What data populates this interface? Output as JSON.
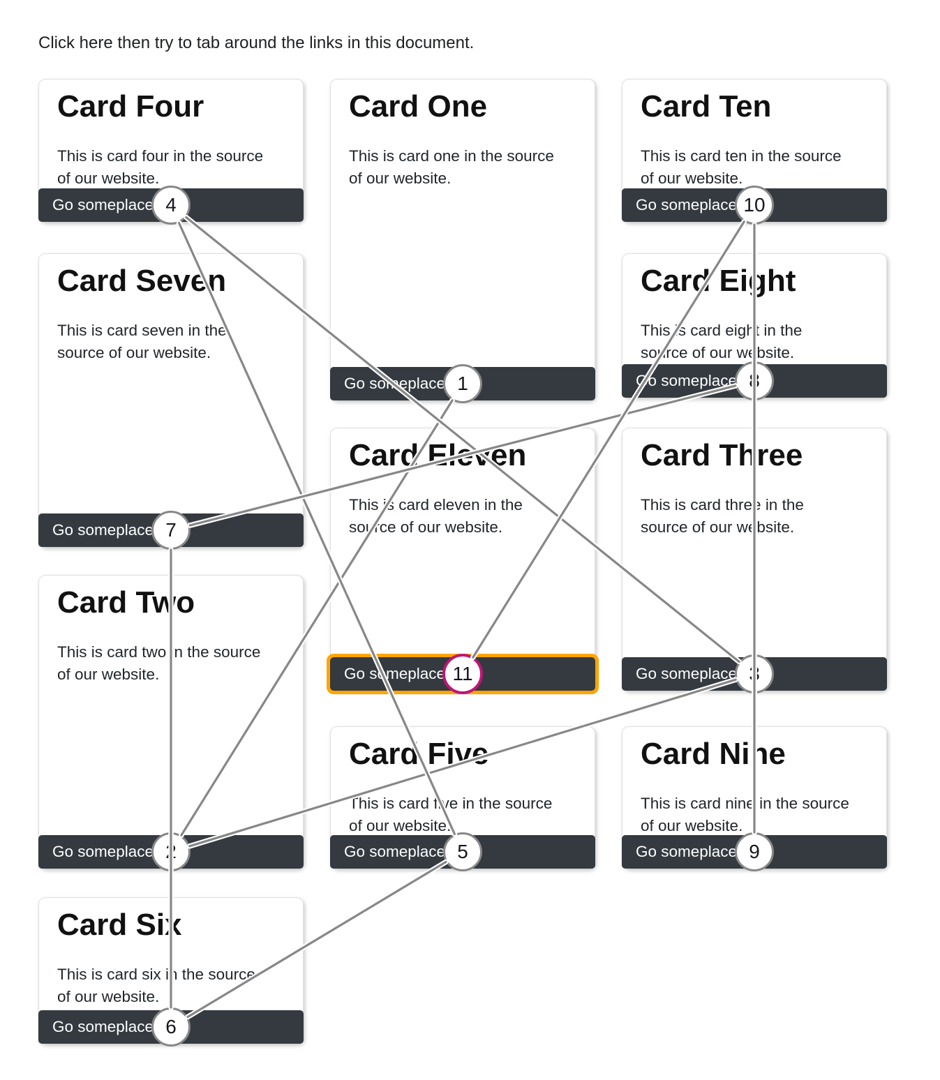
{
  "page": {
    "instruction": "Click here then try to tab around the links in this document."
  },
  "cards": [
    {
      "key": "four",
      "title": "Card Four",
      "body": "This is card four in the source of our website.",
      "button_label": "Go someplace",
      "tab_order": 4,
      "focused": false
    },
    {
      "key": "one",
      "title": "Card One",
      "body": "This is card one in the source of our website.",
      "button_label": "Go someplace",
      "tab_order": 1,
      "focused": false
    },
    {
      "key": "ten",
      "title": "Card Ten",
      "body": "This is card ten in the source of our website.",
      "button_label": "Go someplace",
      "tab_order": 10,
      "focused": false
    },
    {
      "key": "seven",
      "title": "Card Seven",
      "body": "This is card seven in the source of our website.",
      "button_label": "Go someplace",
      "tab_order": 7,
      "focused": false
    },
    {
      "key": "eight",
      "title": "Card Eight",
      "body": "This is card eight in the source of our website.",
      "button_label": "Go someplace",
      "tab_order": 8,
      "focused": false
    },
    {
      "key": "eleven",
      "title": "Card Eleven",
      "body": "This is card eleven in the source of our website.",
      "button_label": "Go someplace",
      "tab_order": 11,
      "focused": true
    },
    {
      "key": "three",
      "title": "Card Three",
      "body": "This is card three in the source of our website.",
      "button_label": "Go someplace",
      "tab_order": 3,
      "focused": false
    },
    {
      "key": "two",
      "title": "Card Two",
      "body": "This is card two in the source of our website.",
      "button_label": "Go someplace",
      "tab_order": 2,
      "focused": false
    },
    {
      "key": "five",
      "title": "Card Five",
      "body": "This is card five in the source of our website.",
      "button_label": "Go someplace",
      "tab_order": 5,
      "focused": false
    },
    {
      "key": "nine",
      "title": "Card Nine",
      "body": "This is card nine in the source of our website.",
      "button_label": "Go someplace",
      "tab_order": 9,
      "focused": false
    },
    {
      "key": "six",
      "title": "Card Six",
      "body": "This is card six in the source of our website.",
      "button_label": "Go someplace",
      "tab_order": 6,
      "focused": false
    }
  ],
  "tab_visualization": {
    "badge_numbers": [
      1,
      2,
      3,
      4,
      5,
      6,
      7,
      8,
      9,
      10,
      11
    ],
    "line_color": "#878787",
    "line_casing_color": "#ffffff",
    "badge_fill": "#ffffff",
    "badge_border_color": "#878787",
    "active_badge_border_color": "#c01577",
    "badge_text_color": "#16161d"
  },
  "colors": {
    "button_background": "#343a40",
    "button_text": "#ffffff",
    "focus_outline": "#ffa500",
    "card_border": "#e0e0e0",
    "page_background": "#ffffff",
    "text_color": "#212529"
  }
}
